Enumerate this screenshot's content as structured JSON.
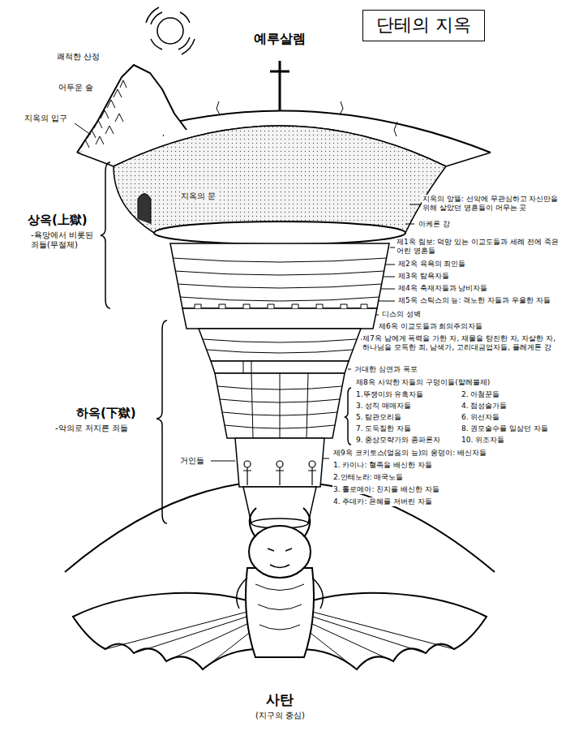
{
  "diagram": {
    "title": "단테의 지옥",
    "labels": [
      "예루살렘",
      "쾌적한 산정",
      "어두운 숲",
      "지옥의 입구",
      "지옥의 문",
      "상옥(上獄)",
      "-욕망에서 비롯된 죄들(무절제)",
      "지옥의 앞뜰: 선악에 무관심하고 자신만을 위해 살았던 영혼들이 머무는 곳",
      "아케론 강",
      "제1옥 림보: 덕망 있는 이교도들과 세례 전에 죽은 어린 영혼들",
      "제2옥 육욕의 죄인들",
      "제3옥 탐욕자들",
      "제4옥 축재자들과 낭비자들",
      "제5옥 스틱스의 늪: 격노한 자들과 우울한 자들",
      "디스의 성벽",
      "제6옥 이교도들과 회의주의자들",
      "제7옥 남에게 폭력을 가한 자, 재물을 탕진한 자, 자살한 자, 하나님을 모독한 죄, 남색가, 고리대금업자들, 플레게톤 강",
      "거대한 심연과 폭포",
      "하옥(下獄)",
      "-악의로 저지른 죄들",
      "제8옥 사악한 자들의 구덩이들(말레볼제)",
      "1.뚜쟁이와 유혹자들",
      "2. 아첨꾼들",
      "3. 성직 매매자들",
      "4. 점성술가들",
      "5. 탐관오리들",
      "6. 위선자들",
      "7. 도둑질한 자들",
      "8. 권모술수를 일삼던 자들",
      "9. 중상모략가와 종파론자",
      "10. 위조자들",
      "거인들",
      "제9옥 코키토스(얼음의 늪)의 웅덩이: 배신자들",
      "1. 카이나: 혈족을 배신한 자들",
      "2.안테노라: 매국노들",
      "3. 톨로메아: 친지를 배신한 자들",
      "4. 주데카: 은혜를 저버린 자들",
      "사탄",
      "(지구의 중심)"
    ]
  }
}
